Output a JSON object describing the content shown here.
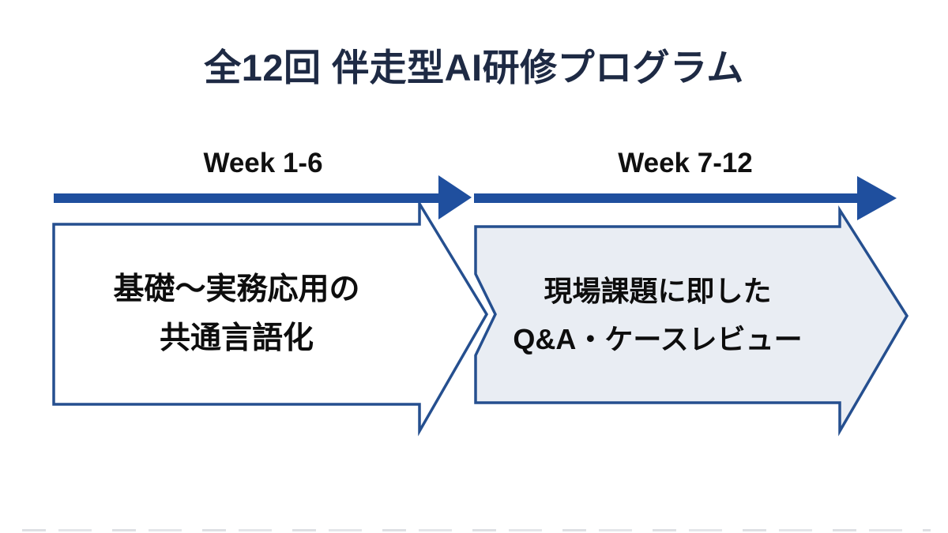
{
  "slide": {
    "title": "全12回 伴走型AI研修プログラム",
    "phases": [
      {
        "week_label": "Week 1-6",
        "description_line1": "基礎〜実務応用の",
        "description_line2": "共通言語化"
      },
      {
        "week_label": "Week 7-12",
        "description_line1": "現場課題に即した",
        "description_line2": "Q&A・ケースレビュー"
      }
    ],
    "colors": {
      "timeline_blue": "#1F4F9E",
      "shape_border_blue": "#254F8F",
      "phase1_box_fill": "#FFFFFF",
      "phase2_box_fill": "#E9EDF3",
      "title_navy": "#1E2A44",
      "body_text": "#0D0D0D"
    }
  }
}
